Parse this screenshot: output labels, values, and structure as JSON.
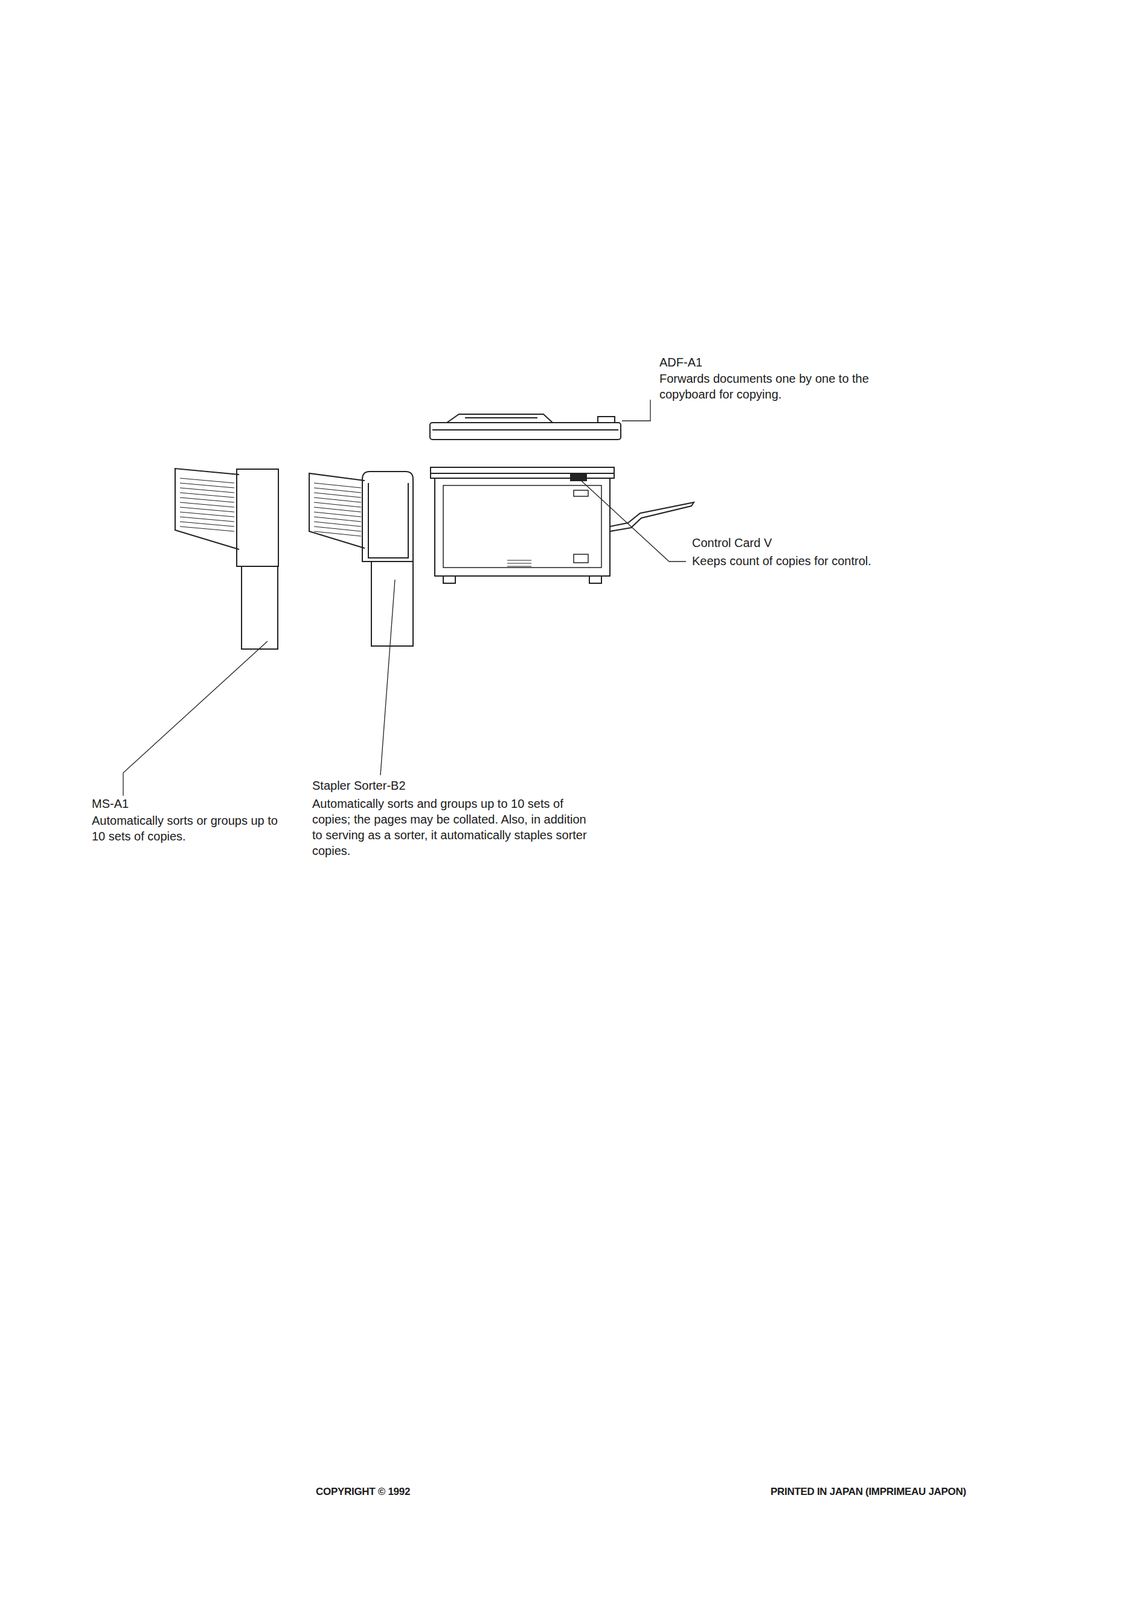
{
  "diagram": {
    "labels": [
      "ADF-A1",
      "Forwards documents one by one to the copyboard for copying.",
      "Control Card V",
      "Keeps count of copies for control.",
      "MS-A1",
      "Automatically sorts or groups up to 10 sets of copies.",
      "Stapler Sorter-B2",
      "Automatically sorts and groups up to 10 sets of copies; the pages may be collated. Also, in addition to serving as a sorter, it automatically staples sorter copies.",
      "COPYRIGHT © 1992",
      "PRINTED IN JAPAN (IMPRIMEAU JAPON)"
    ]
  }
}
